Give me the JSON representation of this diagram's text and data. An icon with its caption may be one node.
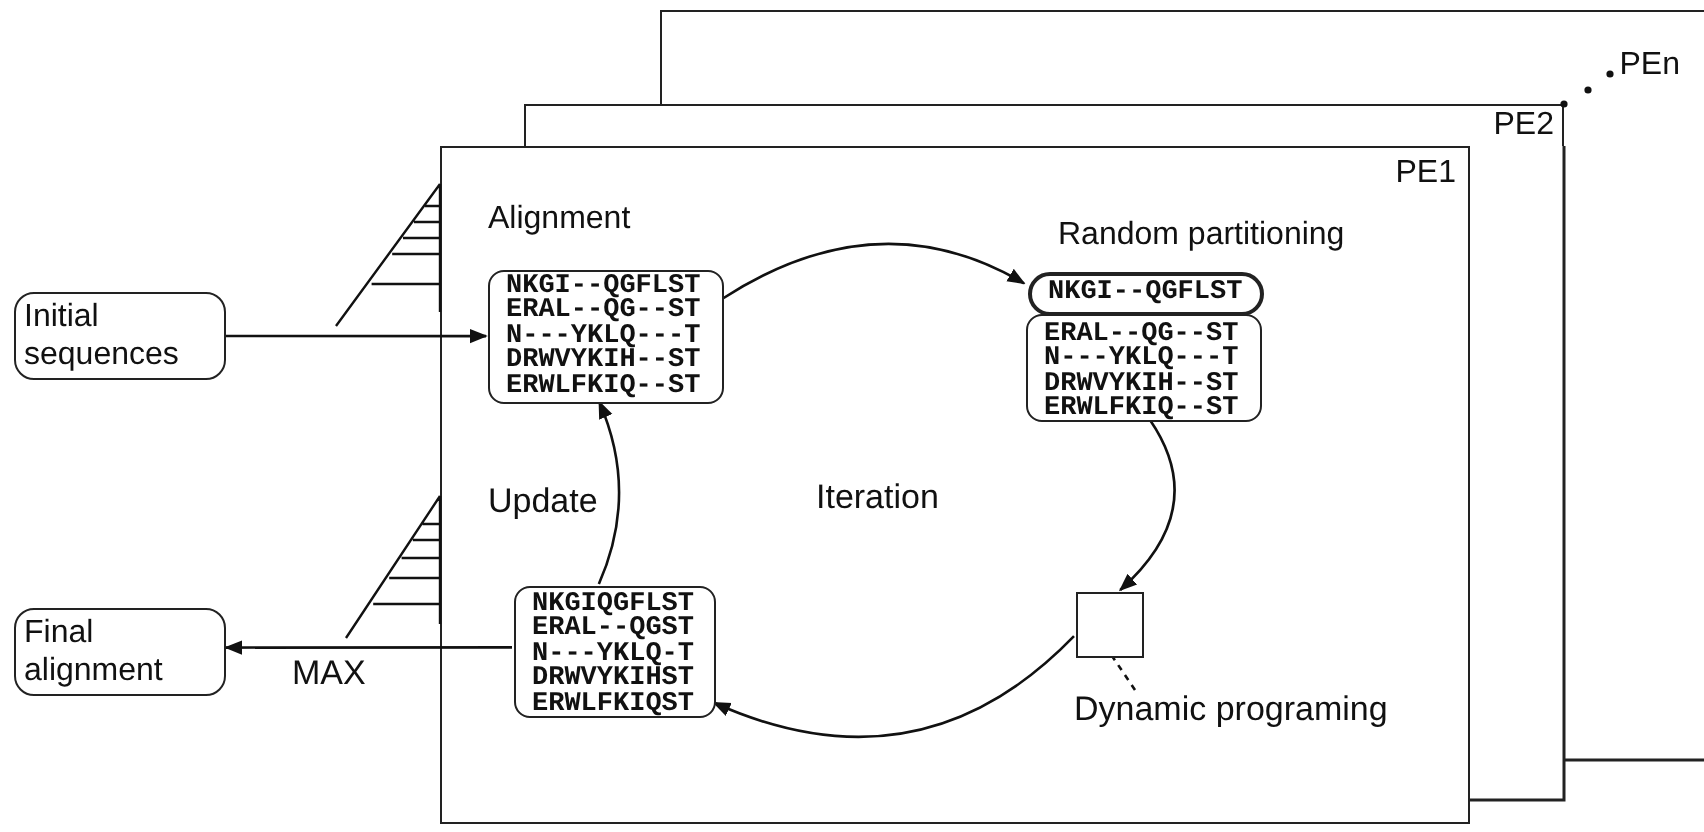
{
  "diagram": {
    "nodes": [
      {
        "text": [
          "PEn"
        ]
      },
      {
        "text": [
          "PE2"
        ]
      },
      {
        "text": [
          "PE1"
        ]
      },
      {
        "text": [
          "Initial sequences"
        ]
      },
      {
        "text": [
          "Final alignment"
        ]
      },
      {
        "text": [
          "Alignment",
          "NKGI--QGFLST ERAL--QG--ST N---YKLQ---T DRWVYKIH--ST ERWLFKIQ--ST"
        ],
        "in": 2
      },
      {
        "text": [
          "Random partitioning",
          "ERAL--QG--ST N---YKLQ---T DRWVYKIH--ST ERWLFKIQ--ST"
        ],
        "in": 2
      },
      {
        "text": [
          "NKGI--QGFLST"
        ],
        "in": 6
      },
      {
        "text": [],
        "shape": "box",
        "in": 2
      },
      {
        "text": [
          "Dynamic programing"
        ],
        "in": 2
      },
      {
        "text": [
          "NKGIQGFLST ERAL--QGST N---YKLQ-T DRWVYKIHST ERWLFKIQST"
        ],
        "in": 2
      }
    ],
    "edges": [
      {
        "from": 3,
        "to": 5,
        "arrow": "to"
      },
      {
        "from": 5,
        "to": 6,
        "arrow": "to"
      },
      {
        "from": 6,
        "to": 8,
        "arrow": "to"
      },
      {
        "from": 8,
        "to": 10,
        "arrow": "to"
      },
      {
        "from": 10,
        "to": 5,
        "arrow": "to",
        "label": "Update"
      },
      {
        "from": 10,
        "to": 4,
        "arrow": "to",
        "label": "MAX"
      },
      {
        "from": 9,
        "to": 8,
        "arrow": "none",
        "style": "dashed"
      }
    ],
    "labels": [
      "Iteration"
    ]
  }
}
